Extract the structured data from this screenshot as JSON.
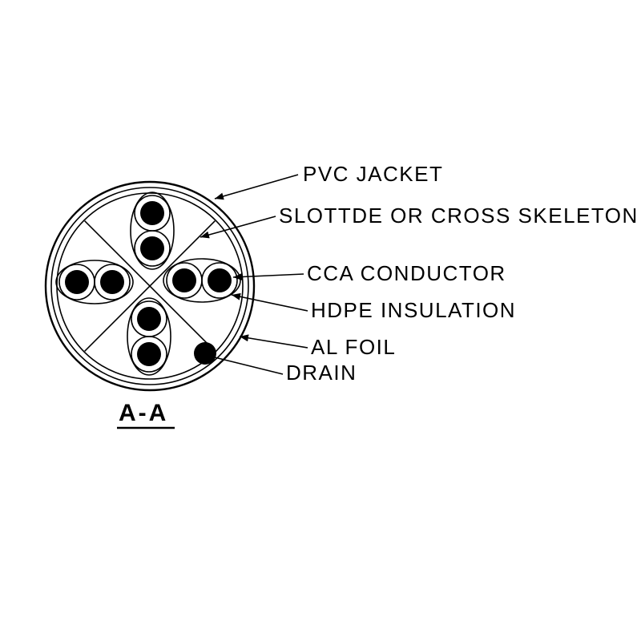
{
  "colors": {
    "line-color": "#000000",
    "bg-color": "#ffffff"
  },
  "diagram": {
    "type": "cable-cross-section",
    "section_title": "A-A",
    "labels": [
      {
        "id": "pvc-jacket",
        "text": "PVC JACKET"
      },
      {
        "id": "cross-skeleton",
        "text": "SLOTTDE OR CROSS SKELETON"
      },
      {
        "id": "cca-conductor",
        "text": "CCA CONDUCTOR"
      },
      {
        "id": "hdpe-insulation",
        "text": "HDPE INSULATION"
      },
      {
        "id": "al-foil",
        "text": "AL FOIL"
      },
      {
        "id": "drain",
        "text": "DRAIN"
      }
    ]
  }
}
